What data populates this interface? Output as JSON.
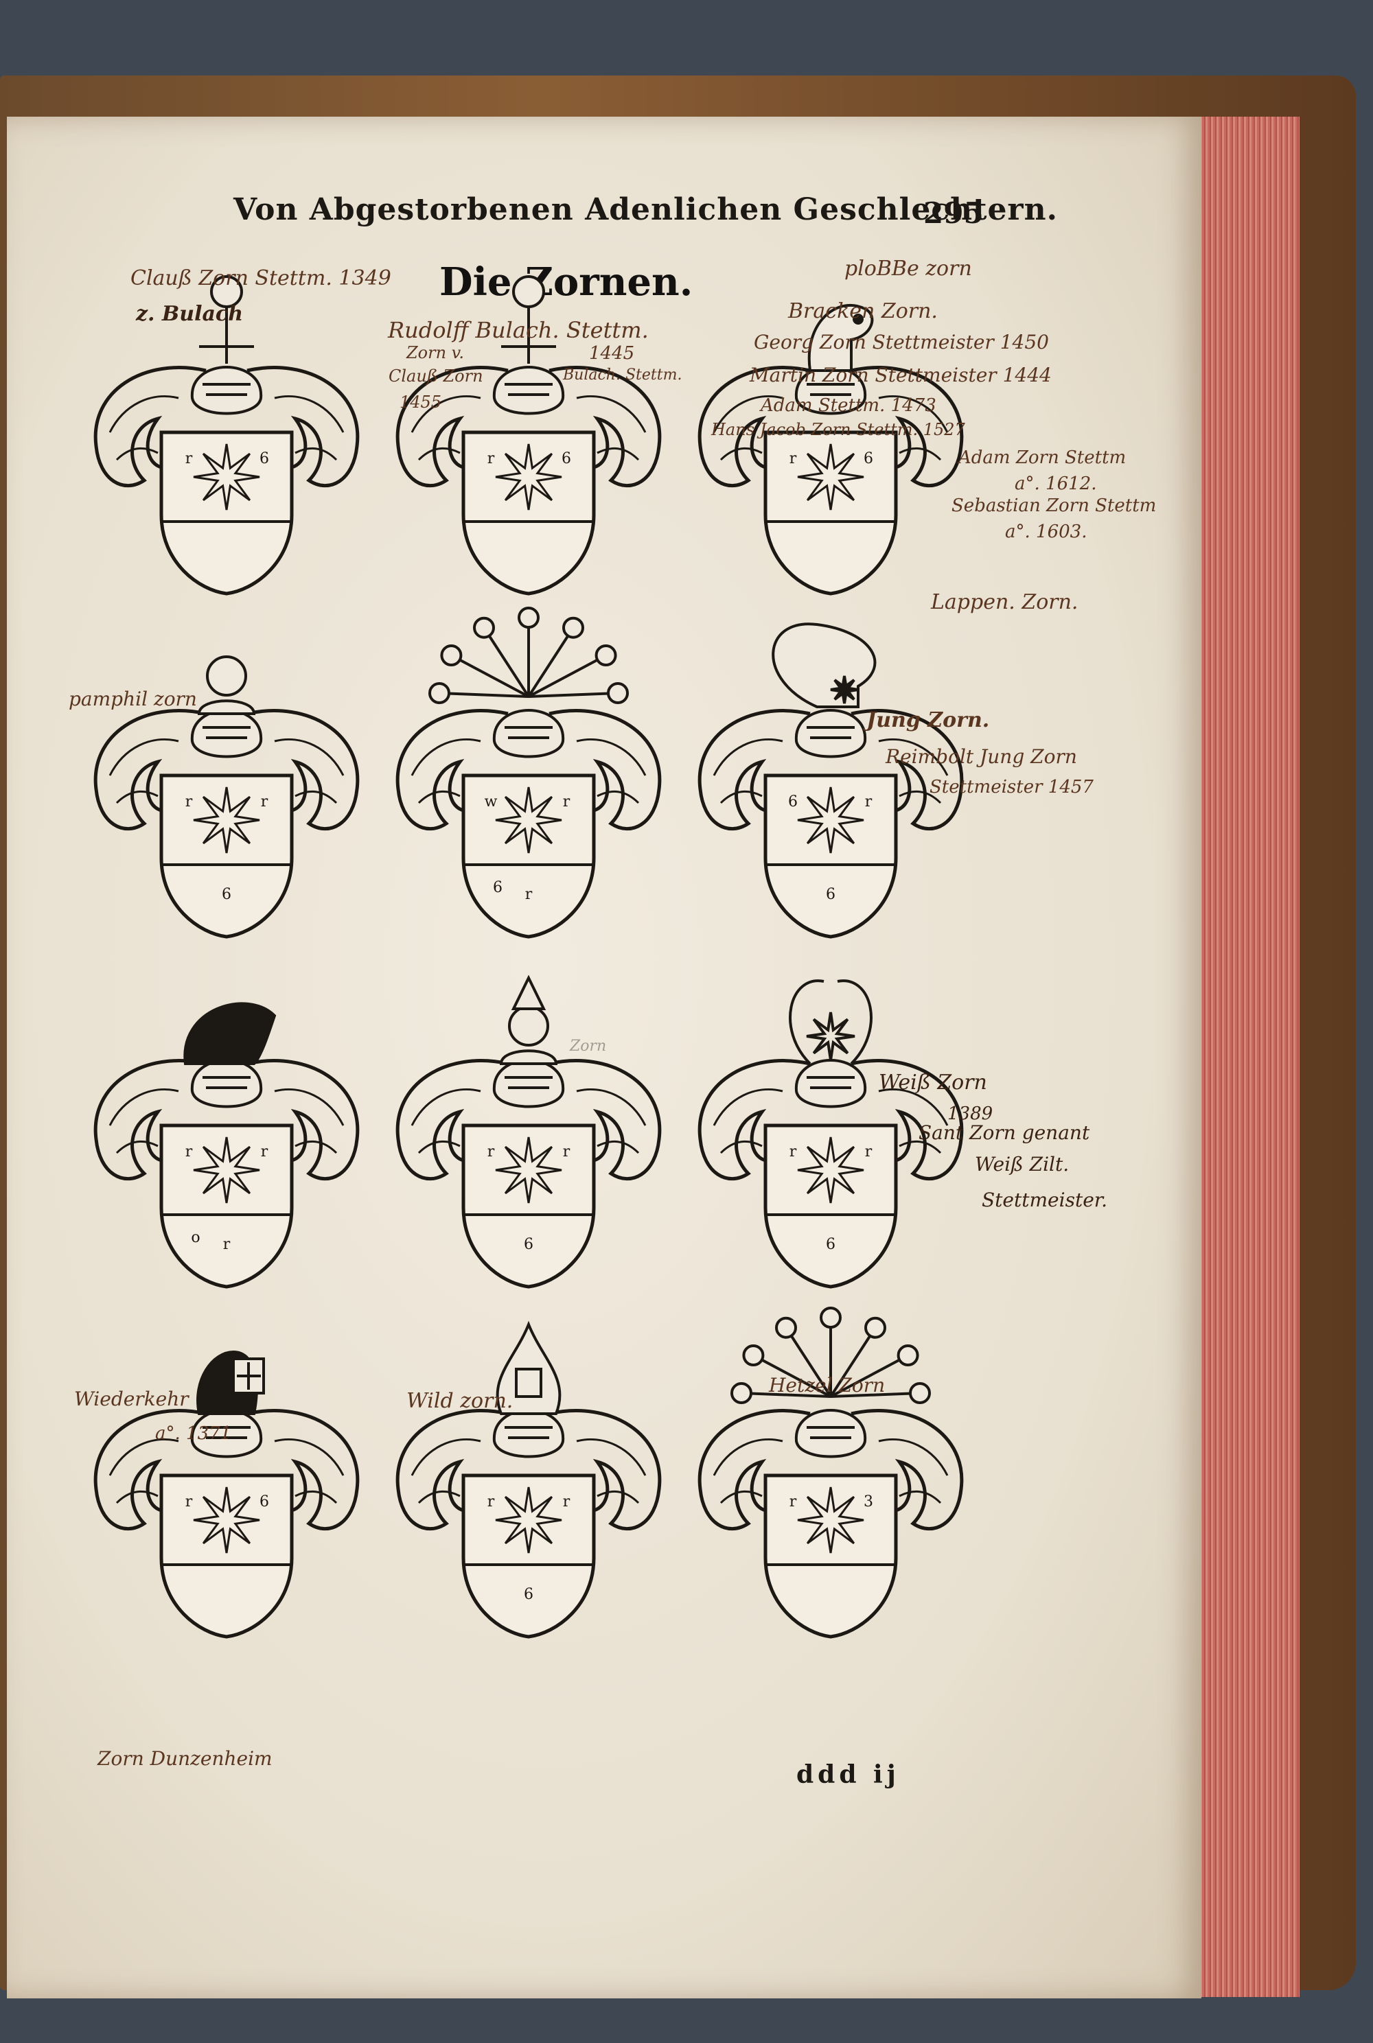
{
  "page": {
    "running_head": "Von Abgestorbenen Adenlichen Geschlechtern.",
    "page_number": "295",
    "section_title": "Die Zornen.",
    "signature_mark": "ddd ij"
  },
  "colors": {
    "ink": "#1c1814",
    "handwriting": "#5a3520",
    "paper": "#efe8dc",
    "page_edge": "#c0625a"
  },
  "coats_of_arms": [
    {
      "crest": "sword-hilt-crest",
      "tinctures": [
        "r",
        "6"
      ]
    },
    {
      "crest": "sword-hilt-crest",
      "tinctures": [
        "r",
        "6"
      ]
    },
    {
      "crest": "dog-head-crest",
      "tinctures": [
        "r",
        "6"
      ]
    },
    {
      "crest": "maiden-bust-crest",
      "tinctures": [
        "r",
        "r",
        "6"
      ]
    },
    {
      "crest": "star-rays-crest",
      "tinctures": [
        "w",
        "r",
        "r",
        "6"
      ]
    },
    {
      "crest": "feather-plume-crest",
      "tinctures": [
        "6",
        "r",
        "6"
      ]
    },
    {
      "crest": "boar-head-crest",
      "tinctures": [
        "r",
        "r",
        "r",
        "o"
      ]
    },
    {
      "crest": "bishop-bust-crest",
      "tinctures": [
        "r",
        "r",
        "6"
      ]
    },
    {
      "crest": "swan-neck-crest",
      "tinctures": [
        "r",
        "r",
        "6"
      ]
    },
    {
      "crest": "monk-with-shield-crest",
      "tinctures": [
        "r",
        "6"
      ]
    },
    {
      "crest": "flame-shield-crest",
      "tinctures": [
        "r",
        "r",
        "6"
      ]
    },
    {
      "crest": "star-rays-crest",
      "tinctures": [
        "r",
        "3"
      ]
    }
  ],
  "annotations": {
    "top_left_1": "Clauß Zorn Stettm. 1349",
    "top_left_2": "z. Bulach",
    "center_1": "Rudolff Bulach. Stettm.",
    "center_2": "Zorn v.",
    "center_3": "1445",
    "center_4": "Clauß Zorn",
    "center_5": "Bulach. Stettm.",
    "center_6": "1455",
    "right_1": "ploBBe zorn",
    "right_2": "Bracken Zorn.",
    "right_3": "Georg Zorn Stettmeister 1450",
    "right_4": "Martin Zorn Stettmeister 1444",
    "right_5": "Adam Stettm. 1473",
    "right_6": "Hans Jacob Zorn Stettm. 1527",
    "right_7": "Adam Zorn Stettm",
    "right_8": "a°. 1612.",
    "right_9": "Sebastian Zorn Stettm",
    "right_10": "a°. 1603.",
    "right_11": "Lappen. Zorn.",
    "row2_left": "pamphil zorn",
    "row2_right_1": "Jung Zorn.",
    "row2_right_2": "Reimbolt Jung Zorn",
    "row2_right_3": "Stettmeister 1457",
    "row3_center": "Zorn",
    "row3_right_1": "Weiß Zorn",
    "row3_right_2": "1389",
    "row3_right_3": "Sant Zorn genant",
    "row3_right_4": "Weiß Zilt.",
    "row3_right_5": "Stettmeister.",
    "row4_left_1": "Wiederkehr",
    "row4_left_2": "a°. 1371",
    "row4_center": "Wild zorn.",
    "row4_right": "Hetzel Zorn",
    "bottom_left": "Zorn Dunzenheim"
  }
}
